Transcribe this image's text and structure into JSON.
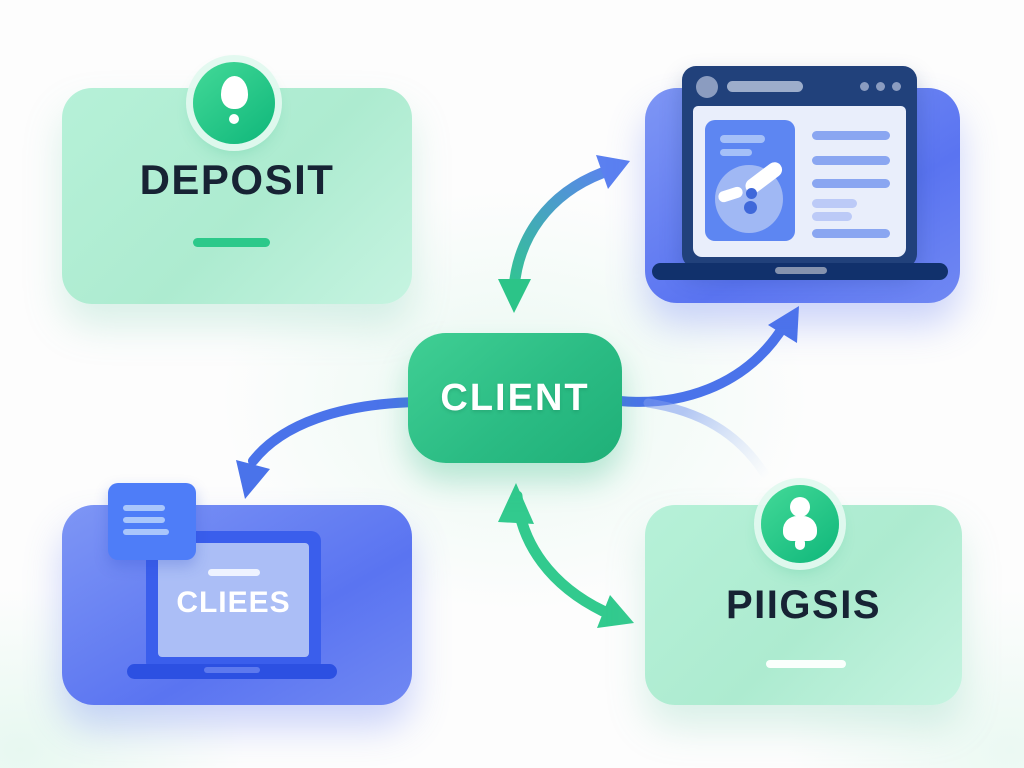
{
  "diagram": {
    "nodes": [
      {
        "id": "deposit",
        "label": "DEPOSIT",
        "icon": "lightbulb-icon",
        "style": "mint-card"
      },
      {
        "id": "analytics-laptop",
        "label": "",
        "icon": "laptop-browser-illustration",
        "style": "blue-card"
      },
      {
        "id": "client",
        "label": "CLIENT",
        "style": "green-pill"
      },
      {
        "id": "clients-laptop",
        "label": "CLIEES",
        "icon": "laptop-document-illustration",
        "style": "blue-card"
      },
      {
        "id": "piigsis",
        "label": "PIIGSIS",
        "icon": "person-icon",
        "style": "mint-card"
      }
    ],
    "edges": [
      {
        "from": "client",
        "to": "analytics-laptop",
        "type": "bidirectional-curved-arrow",
        "color_start": "#2fc98c",
        "color_end": "#5b82f0"
      },
      {
        "from": "client",
        "to": "analytics-laptop",
        "type": "curved-arrow",
        "color": "#4a73ea"
      },
      {
        "from": "client",
        "to": "clients-laptop",
        "type": "curved-arrow",
        "color": "#4a73ea"
      },
      {
        "from": "client",
        "to": "piigsis",
        "type": "bidirectional-curved-arrow",
        "color": "#32ca8e"
      },
      {
        "from": "client",
        "to": "piigsis",
        "type": "faded-curve",
        "color": "#9fc0f2"
      }
    ]
  },
  "colors": {
    "background": "#fdfdfd",
    "mint_card": "#b2efd6",
    "green_accent": "#2cc98a",
    "green_dark": "#1fb078",
    "blue_card": "#5f7af1",
    "navy_text": "#172334",
    "arrow_blue": "#4a73ea",
    "arrow_green": "#32ca8e",
    "browser_header": "#21417b",
    "laptop_base": "#11316c",
    "screen_light": "#e9eefb"
  }
}
